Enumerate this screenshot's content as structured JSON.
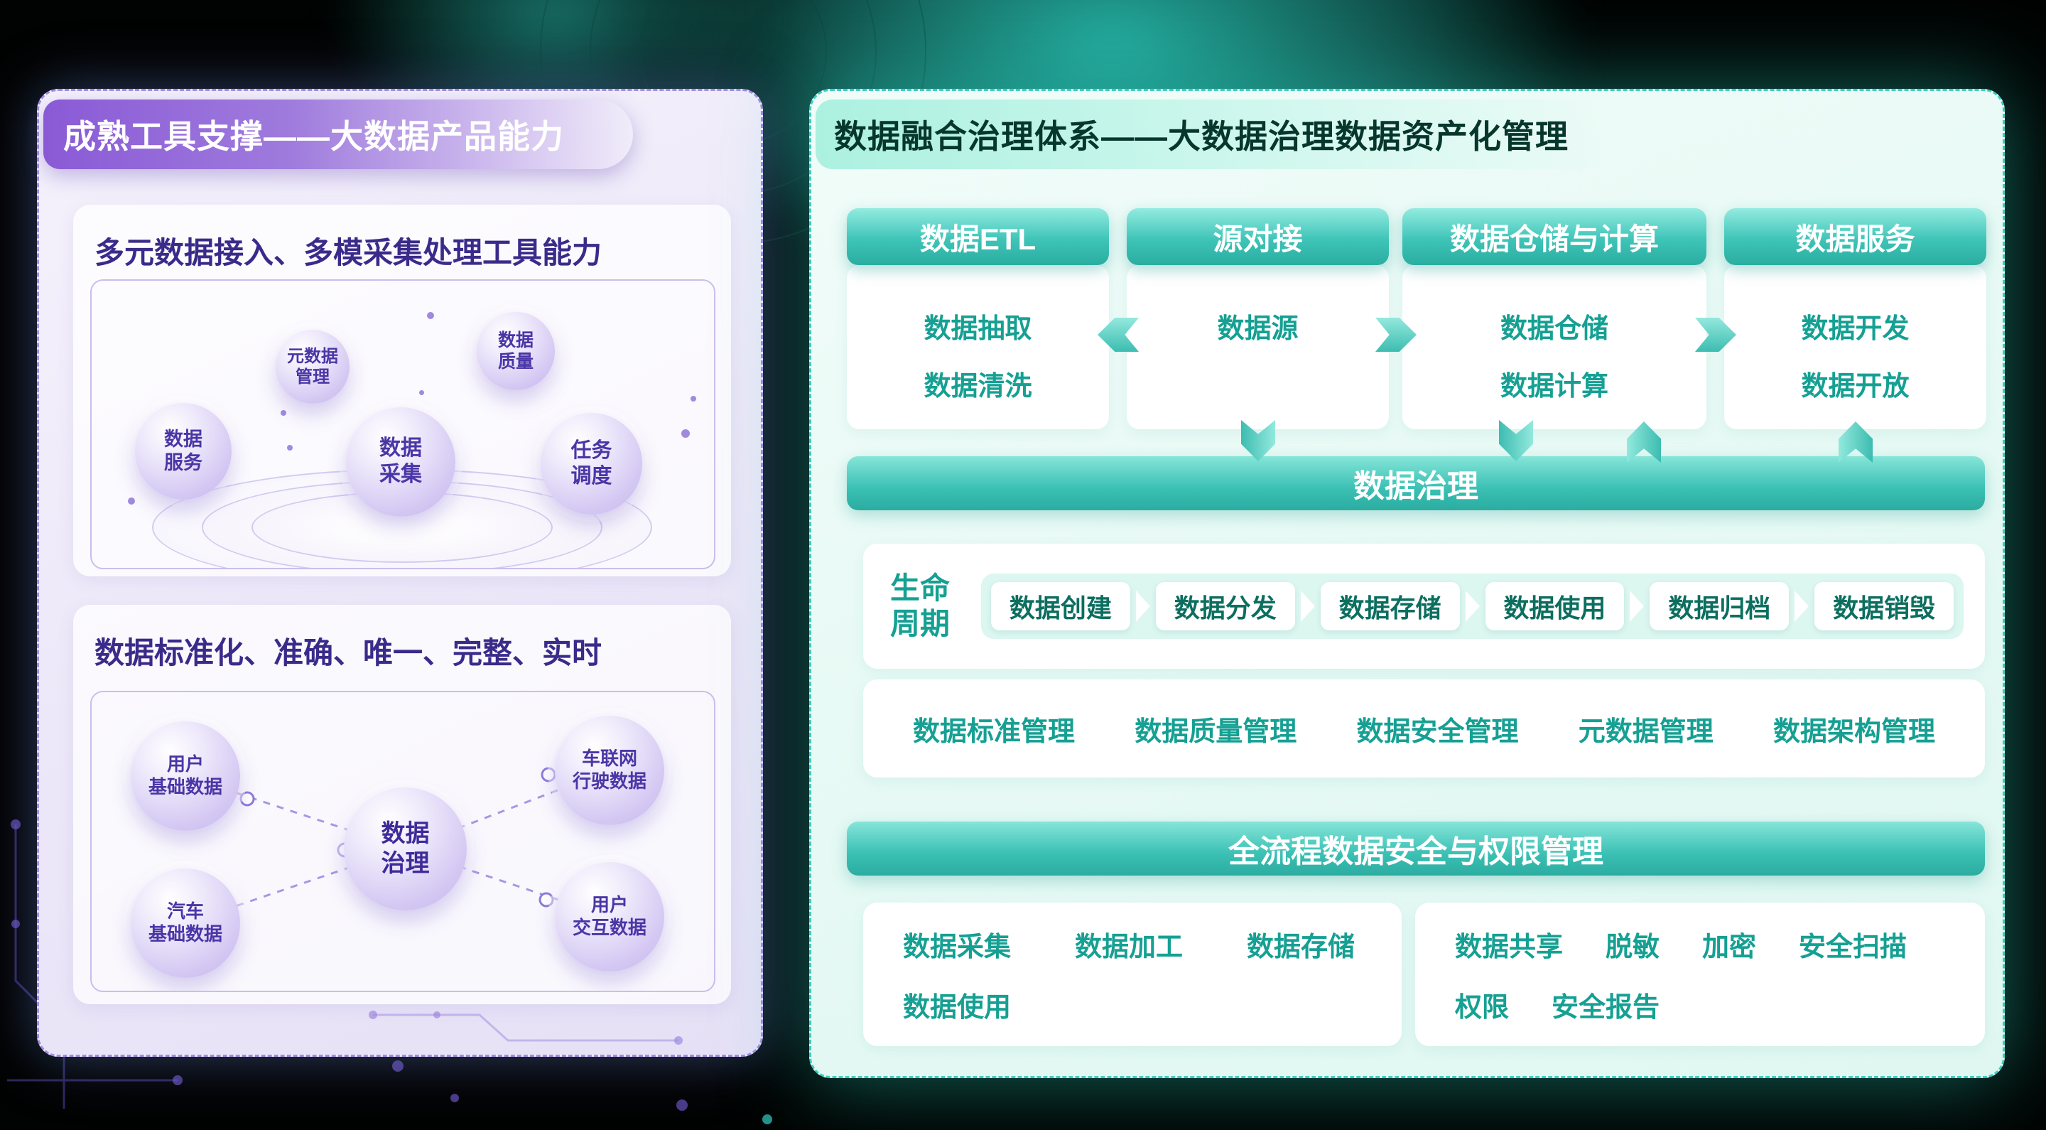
{
  "left_panel": {
    "title": "成熟工具支撑——大数据产品能力",
    "section1": {
      "title": "多元数据接入、多模采集处理工具能力",
      "bubbles": {
        "metadata": "元数据\n管理",
        "quality": "数据\n质量",
        "service": "数据\n服务",
        "collection": "数据\n采集",
        "scheduling": "任务\n调度"
      }
    },
    "section2": {
      "title": "数据标准化、准确、唯一、完整、实时",
      "bubbles": {
        "user_base": "用户\n基础数据",
        "iov_driving": "车联网\n行驶数据",
        "vehicle_base": "汽车\n基础数据",
        "user_interaction": "用户\n交互数据",
        "center": "数据\n治理"
      }
    }
  },
  "right_panel": {
    "title": "数据融合治理体系——大数据治理数据资产化管理",
    "columns": [
      {
        "header": "数据ETL",
        "items": [
          "数据抽取",
          "数据清洗"
        ]
      },
      {
        "header": "源对接",
        "items": [
          "数据源"
        ]
      },
      {
        "header": "数据仓储与计算",
        "items": [
          "数据仓储",
          "数据计算"
        ]
      },
      {
        "header": "数据服务",
        "items": [
          "数据开发",
          "数据开放"
        ]
      }
    ],
    "governance_bar": "数据治理",
    "lifecycle": {
      "label": "生命\n周期",
      "steps": [
        "数据创建",
        "数据分发",
        "数据存储",
        "数据使用",
        "数据归档",
        "数据销毁"
      ]
    },
    "management_items": [
      "数据标准管理",
      "数据质量管理",
      "数据安全管理",
      "元数据管理",
      "数据架构管理"
    ],
    "security_bar": "全流程数据安全与权限管理",
    "bottom_left_items": [
      "数据采集",
      "数据加工",
      "数据存储",
      "数据使用"
    ],
    "bottom_right_items": [
      "数据共享",
      "脱敏",
      "加密",
      "安全扫描",
      "权限",
      "安全报告"
    ]
  },
  "colors": {
    "teal_accent": "#2FB5AA",
    "teal_text": "#15A093",
    "purple_accent": "#8A5AD6",
    "purple_text": "#3A2B8A"
  }
}
